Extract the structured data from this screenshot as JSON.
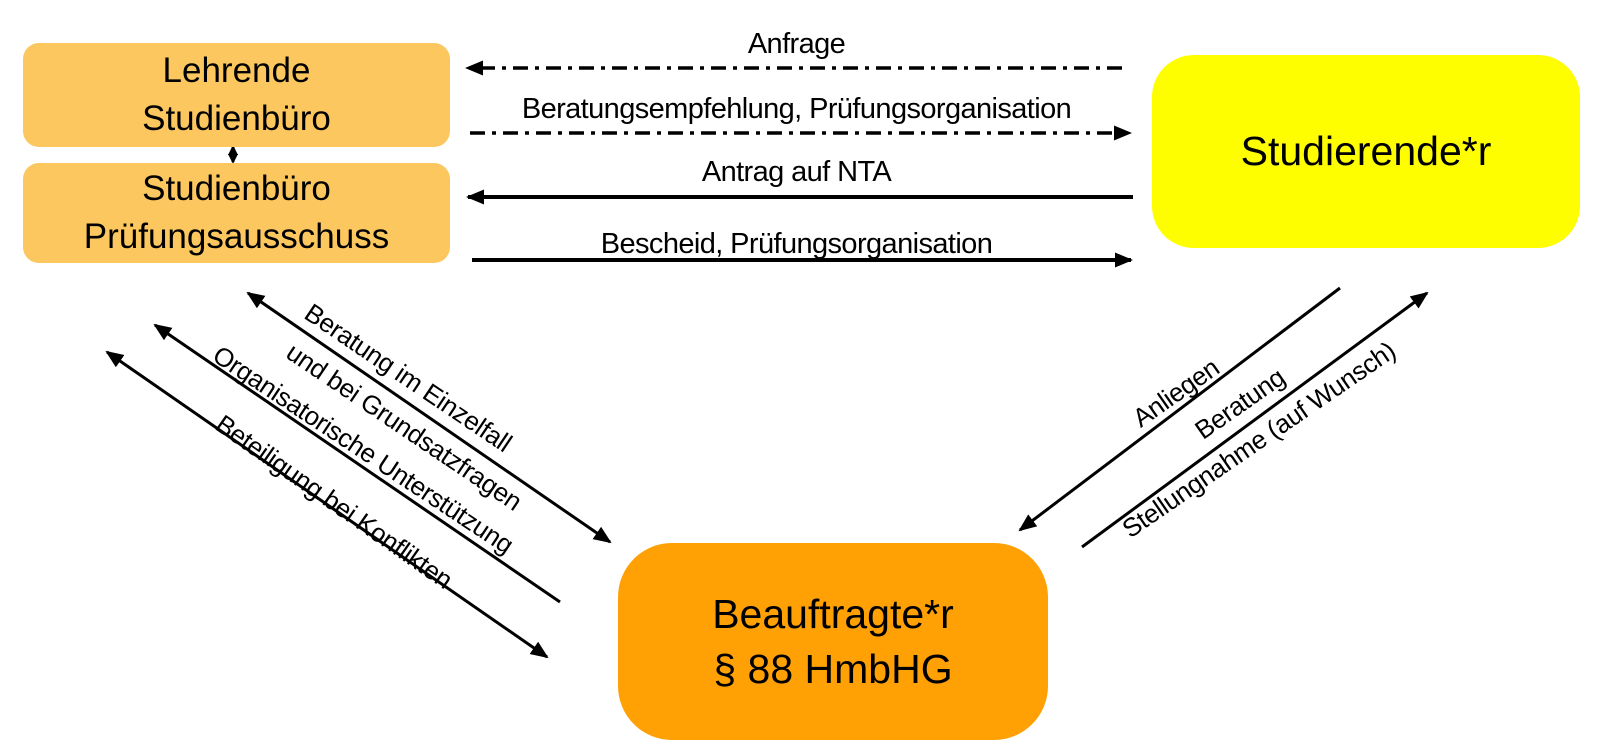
{
  "colors": {
    "background": "#ffffff",
    "ink": "#000000",
    "node-tan": "#FBC75E",
    "node-yellow": "#FFFE00",
    "node-orange": "#FFA005"
  },
  "nodes": {
    "lehrende": {
      "line1": "Lehrende",
      "line2": "Studienbüro"
    },
    "pruefungsausschuss": {
      "line1": "Studienbüro",
      "line2": "Prüfungsausschuss"
    },
    "studierende": {
      "label": "Studierende*r"
    },
    "beauftragte": {
      "line1": "Beauftragte*r",
      "line2": "§ 88 HmbHG"
    }
  },
  "vertical_link": {
    "heads": "both"
  },
  "horizontal_arrows": [
    {
      "label": "Anfrage",
      "style": "dash-dot",
      "direction": "to-left"
    },
    {
      "label": "Beratungsempfehlung, Prüfungsorganisation",
      "style": "dash-dot",
      "direction": "to-right"
    },
    {
      "label": "Antrag auf NTA",
      "style": "solid",
      "direction": "to-left"
    },
    {
      "label": "Bescheid, Prüfungsorganisation",
      "style": "solid",
      "direction": "to-right"
    }
  ],
  "left_arrows": [
    {
      "labels": [
        "Beratung im Einzelfall",
        "und bei Grundsatzfragen"
      ],
      "heads": "both"
    },
    {
      "labels": [
        "Organisatorische Unterstützung"
      ],
      "heads": "single-up-left"
    },
    {
      "labels": [
        "Beteiligung bei Konflikten"
      ],
      "heads": "both"
    }
  ],
  "right_arrows": [
    {
      "labels": [
        "Anliegen"
      ],
      "heads": "single-down-left"
    },
    {
      "labels": [
        "Beratung",
        "Stellungnahme (auf Wunsch)"
      ],
      "heads": "single-up-right"
    }
  ]
}
